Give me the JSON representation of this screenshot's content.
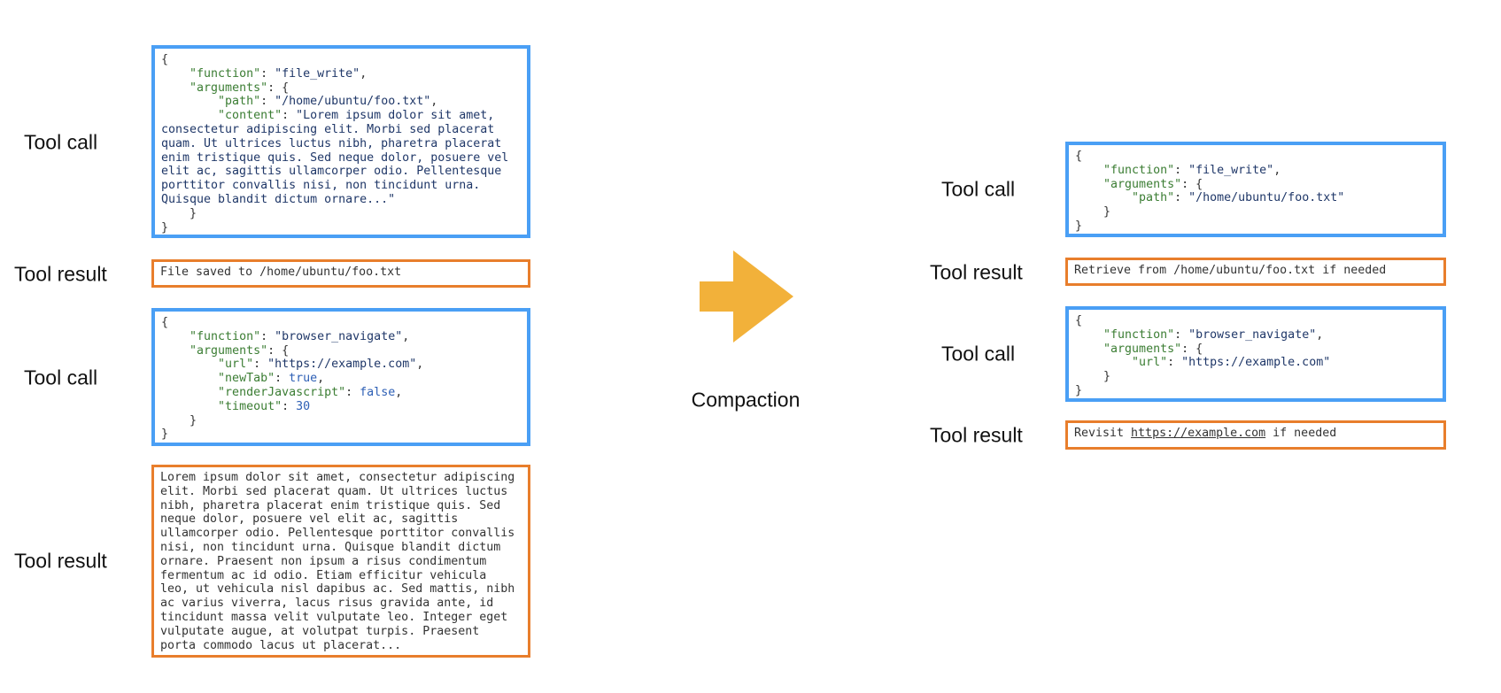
{
  "colors": {
    "tool_call_border": "#4a9ff5",
    "tool_result_border": "#e87e2c",
    "arrow": "#f2b13a",
    "json_key": "#3b7d33",
    "json_string": "#1f3768",
    "json_literal": "#2d5fb5"
  },
  "arrow": {
    "icon": "right-arrow-icon",
    "label": "Compaction"
  },
  "before": {
    "labels": [
      "Tool call",
      "Tool result",
      "Tool call",
      "Tool result"
    ],
    "call1": [
      [
        [
          "p",
          "{"
        ]
      ],
      [
        [
          "p",
          "    "
        ],
        [
          "k",
          "\"function\""
        ],
        [
          "p",
          ": "
        ],
        [
          "s",
          "\"file_write\""
        ],
        [
          "p",
          ","
        ]
      ],
      [
        [
          "p",
          "    "
        ],
        [
          "k",
          "\"arguments\""
        ],
        [
          "p",
          ": {"
        ]
      ],
      [
        [
          "p",
          "        "
        ],
        [
          "k",
          "\"path\""
        ],
        [
          "p",
          ": "
        ],
        [
          "s",
          "\"/home/ubuntu/foo.txt\""
        ],
        [
          "p",
          ","
        ]
      ],
      [
        [
          "p",
          "        "
        ],
        [
          "k",
          "\"content\""
        ],
        [
          "p",
          ": "
        ],
        [
          "s",
          "\"Lorem ipsum dolor sit amet,"
        ]
      ],
      [
        [
          "s",
          "consectetur adipiscing elit. Morbi sed placerat"
        ]
      ],
      [
        [
          "s",
          "quam. Ut ultrices luctus nibh, pharetra placerat"
        ]
      ],
      [
        [
          "s",
          "enim tristique quis. Sed neque dolor, posuere vel"
        ]
      ],
      [
        [
          "s",
          "elit ac, sagittis ullamcorper odio. Pellentesque"
        ]
      ],
      [
        [
          "s",
          "porttitor convallis nisi, non tincidunt urna."
        ]
      ],
      [
        [
          "s",
          "Quisque blandit dictum ornare...\""
        ]
      ],
      [
        [
          "p",
          "    }"
        ]
      ],
      [
        [
          "p",
          "}"
        ]
      ]
    ],
    "result1": "File saved to /home/ubuntu/foo.txt",
    "call2": [
      [
        [
          "p",
          "{"
        ]
      ],
      [
        [
          "p",
          "    "
        ],
        [
          "k",
          "\"function\""
        ],
        [
          "p",
          ": "
        ],
        [
          "s",
          "\"browser_navigate\""
        ],
        [
          "p",
          ","
        ]
      ],
      [
        [
          "p",
          "    "
        ],
        [
          "k",
          "\"arguments\""
        ],
        [
          "p",
          ": {"
        ]
      ],
      [
        [
          "p",
          "        "
        ],
        [
          "k",
          "\"url\""
        ],
        [
          "p",
          ": "
        ],
        [
          "s",
          "\"https://example.com\""
        ],
        [
          "p",
          ","
        ]
      ],
      [
        [
          "p",
          "        "
        ],
        [
          "k",
          "\"newTab\""
        ],
        [
          "p",
          ": "
        ],
        [
          "n",
          "true"
        ],
        [
          "p",
          ","
        ]
      ],
      [
        [
          "p",
          "        "
        ],
        [
          "k",
          "\"renderJavascript\""
        ],
        [
          "p",
          ": "
        ],
        [
          "n",
          "false"
        ],
        [
          "p",
          ","
        ]
      ],
      [
        [
          "p",
          "        "
        ],
        [
          "k",
          "\"timeout\""
        ],
        [
          "p",
          ": "
        ],
        [
          "n",
          "30"
        ]
      ],
      [
        [
          "p",
          "    }"
        ]
      ],
      [
        [
          "p",
          "}"
        ]
      ]
    ],
    "result2": "Lorem ipsum dolor sit amet, consectetur adipiscing\nelit. Morbi sed placerat quam. Ut ultrices luctus\nnibh, pharetra placerat enim tristique quis. Sed\nneque dolor, posuere vel elit ac, sagittis\nullamcorper odio. Pellentesque porttitor convallis\nnisi, non tincidunt urna. Quisque blandit dictum\nornare. Praesent non ipsum a risus condimentum\nfermentum ac id odio. Etiam efficitur vehicula\nleo, ut vehicula nisl dapibus ac. Sed mattis, nibh\nac varius viverra, lacus risus gravida ante, id\ntincidunt massa velit vulputate leo. Integer eget\nvulputate augue, at volutpat turpis. Praesent\nporta commodo lacus ut placerat..."
  },
  "after": {
    "labels": [
      "Tool call",
      "Tool result",
      "Tool call",
      "Tool result"
    ],
    "call1": [
      [
        [
          "p",
          "{"
        ]
      ],
      [
        [
          "p",
          "    "
        ],
        [
          "k",
          "\"function\""
        ],
        [
          "p",
          ": "
        ],
        [
          "s",
          "\"file_write\""
        ],
        [
          "p",
          ","
        ]
      ],
      [
        [
          "p",
          "    "
        ],
        [
          "k",
          "\"arguments\""
        ],
        [
          "p",
          ": {"
        ]
      ],
      [
        [
          "p",
          "        "
        ],
        [
          "k",
          "\"path\""
        ],
        [
          "p",
          ": "
        ],
        [
          "s",
          "\"/home/ubuntu/foo.txt\""
        ]
      ],
      [
        [
          "p",
          "    }"
        ]
      ],
      [
        [
          "p",
          "}"
        ]
      ]
    ],
    "result1": "Retrieve from /home/ubuntu/foo.txt if needed",
    "call2": [
      [
        [
          "p",
          "{"
        ]
      ],
      [
        [
          "p",
          "    "
        ],
        [
          "k",
          "\"function\""
        ],
        [
          "p",
          ": "
        ],
        [
          "s",
          "\"browser_navigate\""
        ],
        [
          "p",
          ","
        ]
      ],
      [
        [
          "p",
          "    "
        ],
        [
          "k",
          "\"arguments\""
        ],
        [
          "p",
          ": {"
        ]
      ],
      [
        [
          "p",
          "        "
        ],
        [
          "k",
          "\"url\""
        ],
        [
          "p",
          ": "
        ],
        [
          "s",
          "\"https://example.com\""
        ]
      ],
      [
        [
          "p",
          "    }"
        ]
      ],
      [
        [
          "p",
          "}"
        ]
      ]
    ],
    "result2": {
      "prefix": "Revisit ",
      "link": "https://example.com",
      "suffix": " if needed"
    }
  }
}
